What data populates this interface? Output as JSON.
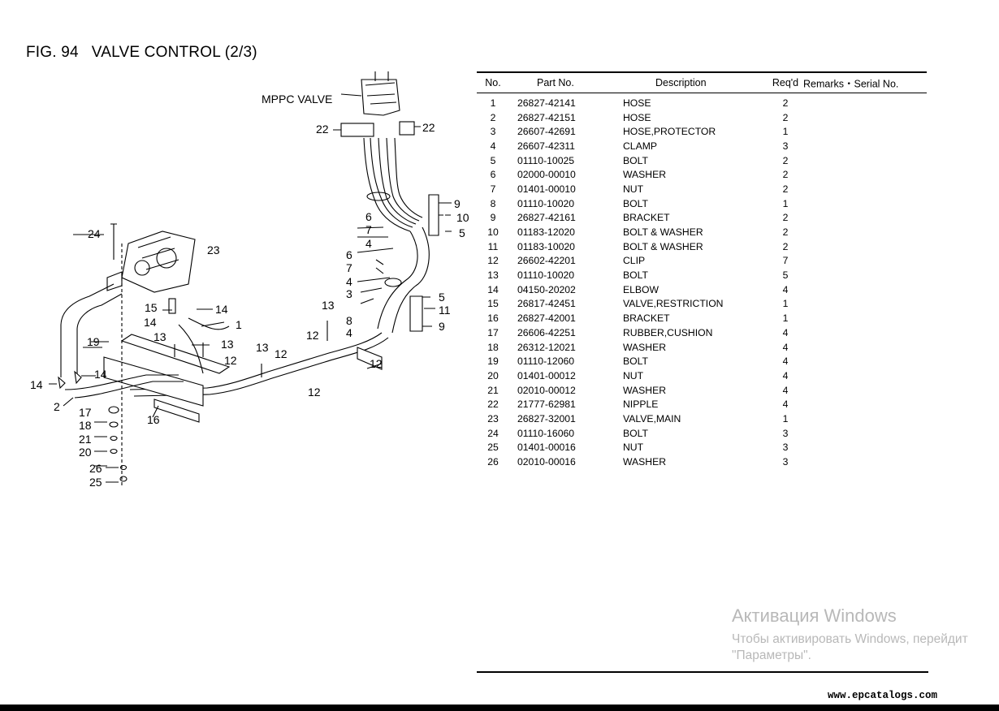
{
  "figure": {
    "number": "FIG. 94",
    "title": "VALVE CONTROL (2/3)"
  },
  "diagram": {
    "label_mppc": "MPPC VALVE",
    "callouts": [
      "22",
      "22",
      "9",
      "10",
      "6",
      "7",
      "5",
      "4",
      "24",
      "23",
      "6",
      "7",
      "4",
      "3",
      "5",
      "11",
      "9",
      "8",
      "4",
      "13",
      "15",
      "14",
      "14",
      "1",
      "19",
      "13",
      "13",
      "12",
      "13",
      "12",
      "12",
      "12",
      "14",
      "14",
      "12",
      "2",
      "17",
      "16",
      "18",
      "21",
      "20",
      "26",
      "25"
    ]
  },
  "table": {
    "headers": {
      "no": "No.",
      "part": "Part No.",
      "desc": "Description",
      "req": "Req'd",
      "remarks": "Remarks・Serial No."
    },
    "rows": [
      {
        "no": "1",
        "part": "26827-42141",
        "desc": "HOSE",
        "req": "2"
      },
      {
        "no": "2",
        "part": "26827-42151",
        "desc": "HOSE",
        "req": "2"
      },
      {
        "no": "3",
        "part": "26607-42691",
        "desc": "HOSE,PROTECTOR",
        "req": "1"
      },
      {
        "no": "4",
        "part": "26607-42311",
        "desc": "CLAMP",
        "req": "3"
      },
      {
        "no": "5",
        "part": "01110-10025",
        "desc": "BOLT",
        "req": "2"
      },
      {
        "no": "6",
        "part": "02000-00010",
        "desc": "WASHER",
        "req": "2"
      },
      {
        "no": "7",
        "part": "01401-00010",
        "desc": "NUT",
        "req": "2"
      },
      {
        "no": "8",
        "part": "01110-10020",
        "desc": "BOLT",
        "req": "1"
      },
      {
        "no": "9",
        "part": "26827-42161",
        "desc": "BRACKET",
        "req": "2"
      },
      {
        "no": "10",
        "part": "01183-12020",
        "desc": "BOLT & WASHER",
        "req": "2"
      },
      {
        "no": "11",
        "part": "01183-10020",
        "desc": "BOLT & WASHER",
        "req": "2"
      },
      {
        "no": "12",
        "part": "26602-42201",
        "desc": "CLIP",
        "req": "7"
      },
      {
        "no": "13",
        "part": "01110-10020",
        "desc": "BOLT",
        "req": "5"
      },
      {
        "no": "14",
        "part": "04150-20202",
        "desc": "ELBOW",
        "req": "4"
      },
      {
        "no": "15",
        "part": "26817-42451",
        "desc": "VALVE,RESTRICTION",
        "req": "1"
      },
      {
        "no": "16",
        "part": "26827-42001",
        "desc": "BRACKET",
        "req": "1"
      },
      {
        "no": "17",
        "part": "26606-42251",
        "desc": "RUBBER,CUSHION",
        "req": "4"
      },
      {
        "no": "18",
        "part": "26312-12021",
        "desc": "WASHER",
        "req": "4"
      },
      {
        "no": "19",
        "part": "01110-12060",
        "desc": "BOLT",
        "req": "4"
      },
      {
        "no": "20",
        "part": "01401-00012",
        "desc": "NUT",
        "req": "4"
      },
      {
        "no": "21",
        "part": "02010-00012",
        "desc": "WASHER",
        "req": "4"
      },
      {
        "no": "22",
        "part": "21777-62981",
        "desc": "NIPPLE",
        "req": "4"
      },
      {
        "no": "23",
        "part": "26827-32001",
        "desc": "VALVE,MAIN",
        "req": "1"
      },
      {
        "no": "24",
        "part": "01110-16060",
        "desc": "BOLT",
        "req": "3"
      },
      {
        "no": "25",
        "part": "01401-00016",
        "desc": "NUT",
        "req": "3"
      },
      {
        "no": "26",
        "part": "02010-00016",
        "desc": "WASHER",
        "req": "3"
      }
    ]
  },
  "watermark": {
    "line1": "Активация Windows",
    "line2": "Чтобы активировать Windows, перейдит",
    "line3": "\"Параметры\"."
  },
  "footer": {
    "site": "www.epcatalogs.com"
  }
}
